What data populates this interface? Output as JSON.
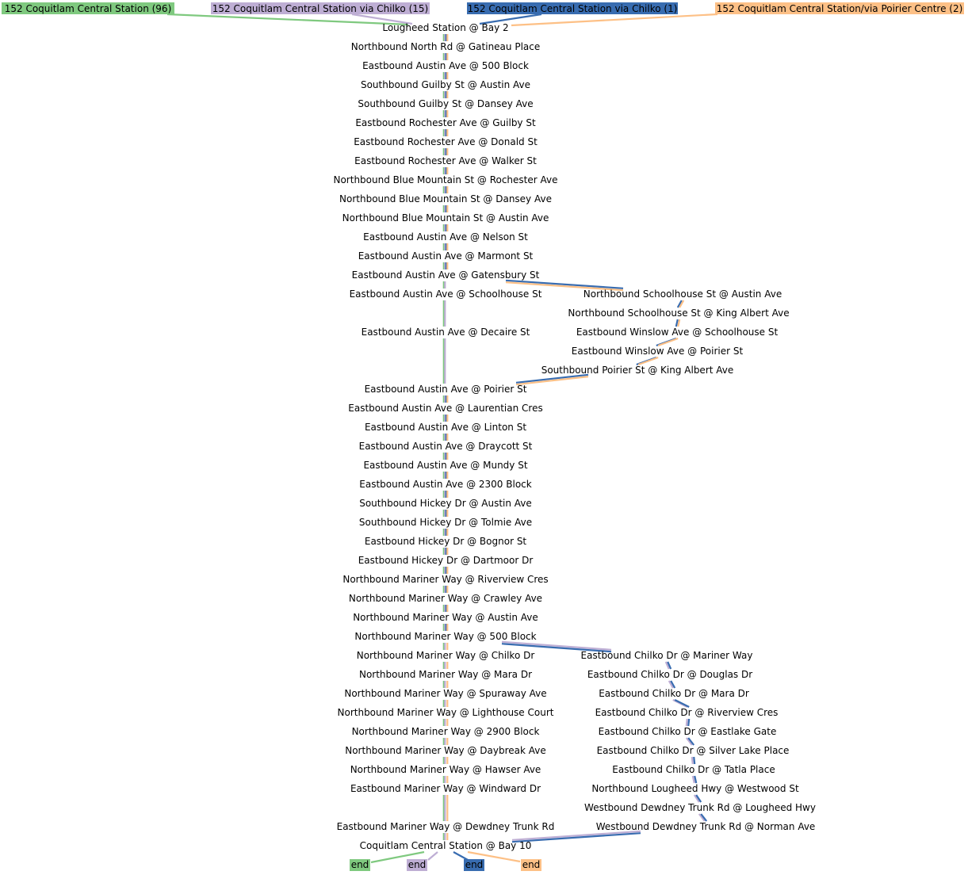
{
  "routes": [
    {
      "label": "152 Coquitlam Central Station (96)",
      "color": "#7fc97f",
      "end_label": "end"
    },
    {
      "label": "152 Coquitlam Central Station via Chilko (15)",
      "color": "#beaed4",
      "end_label": "end"
    },
    {
      "label": "152 Coquitlam Central Station via Chilko (1)",
      "color": "#386cb0",
      "end_label": "end"
    },
    {
      "label": "152 Coquitlam Central Station/via Poirier Centre (2)",
      "color": "#fdc086",
      "end_label": "end"
    }
  ],
  "main_stops": [
    "Lougheed Station @ Bay 2",
    "Northbound North Rd @ Gatineau Place",
    "Eastbound Austin Ave @ 500 Block",
    "Southbound Guilby St @ Austin Ave",
    "Southbound Guilby St @ Dansey Ave",
    "Eastbound Rochester Ave @ Guilby St",
    "Eastbound Rochester Ave @ Donald St",
    "Eastbound Rochester Ave @ Walker St",
    "Northbound Blue Mountain St @ Rochester Ave",
    "Northbound Blue Mountain St @ Dansey Ave",
    "Northbound Blue Mountain St @ Austin Ave",
    "Eastbound Austin Ave @ Nelson St",
    "Eastbound Austin Ave @ Marmont St",
    "Eastbound Austin Ave @ Gatensbury St",
    "Eastbound Austin Ave @ Schoolhouse St",
    "Eastbound Austin Ave @ Decaire St",
    "Eastbound Austin Ave @ Poirier St",
    "Eastbound Austin Ave @ Laurentian Cres",
    "Eastbound Austin Ave @ Linton St",
    "Eastbound Austin Ave @ Draycott St",
    "Eastbound Austin Ave @ Mundy St",
    "Eastbound Austin Ave @ 2300 Block",
    "Southbound Hickey Dr @ Austin Ave",
    "Southbound Hickey Dr @ Tolmie Ave",
    "Eastbound Hickey Dr @ Bognor St",
    "Eastbound Hickey Dr @ Dartmoor Dr",
    "Northbound Mariner Way @ Riverview Cres",
    "Northbound Mariner Way @ Crawley Ave",
    "Northbound Mariner Way @ Austin Ave",
    "Northbound Mariner Way @ 500 Block",
    "Northbound Mariner Way @ Chilko Dr",
    "Northbound Mariner Way @ Mara Dr",
    "Northbound Mariner Way @ Spuraway Ave",
    "Northbound Mariner Way @ Lighthouse Court",
    "Northbound Mariner Way @ 2900 Block",
    "Northbound Mariner Way @ Daybreak Ave",
    "Northbound Mariner Way @ Hawser Ave",
    "Eastbound Mariner Way @ Windward Dr",
    "Eastbound Mariner Way @ Dewdney Trunk Rd",
    "Coquitlam Central Station @ Bay 10"
  ],
  "poirier_branch_stops": [
    "Northbound Schoolhouse St @ Austin Ave",
    "Northbound Schoolhouse St @ King Albert Ave",
    "Eastbound Winslow Ave @ Schoolhouse St",
    "Eastbound Winslow Ave @ Poirier St",
    "Southbound Poirier St @ King Albert Ave"
  ],
  "chilko_branch_stops": [
    "Eastbound Chilko Dr @ Mariner Way",
    "Eastbound Chilko Dr @ Douglas Dr",
    "Eastbound Chilko Dr @ Mara Dr",
    "Eastbound Chilko Dr @ Riverview Cres",
    "Eastbound Chilko Dr @ Eastlake Gate",
    "Eastbound Chilko Dr @ Silver Lake Place",
    "Eastbound Chilko Dr @ Tatla Place",
    "Northbound Lougheed Hwy @ Westwood St",
    "Westbound Dewdney Trunk Rd @ Lougheed Hwy",
    "Westbound Dewdney Trunk Rd @ Norman Ave"
  ]
}
